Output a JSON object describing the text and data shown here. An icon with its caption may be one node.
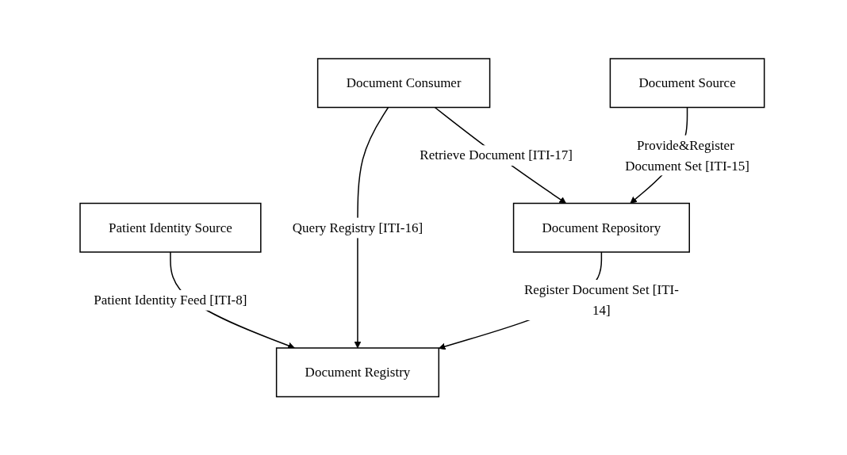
{
  "diagram": {
    "nodes": [
      {
        "text": [
          "Patient Identity Source"
        ]
      },
      {
        "text": [
          "Document Registry"
        ]
      },
      {
        "text": [
          "Document Consumer"
        ]
      },
      {
        "text": [
          "Document Source"
        ]
      },
      {
        "text": [
          "Document Repository"
        ]
      }
    ],
    "edges": [
      {
        "from": 0,
        "to": 1,
        "arrow": "to",
        "label": "Patient Identity Feed [ITI-8]"
      },
      {
        "from": 2,
        "to": 1,
        "arrow": "to",
        "label": "Query Registry [ITI-16]"
      },
      {
        "from": 4,
        "to": 1,
        "arrow": "to",
        "label": "Register Document Set [ITI-14]"
      },
      {
        "from": 3,
        "to": 4,
        "arrow": "to",
        "label": "Provide&Register Document Set [ITI-15]"
      },
      {
        "from": 2,
        "to": 4,
        "arrow": "to",
        "label": "Retrieve Document [ITI-17]"
      }
    ]
  }
}
